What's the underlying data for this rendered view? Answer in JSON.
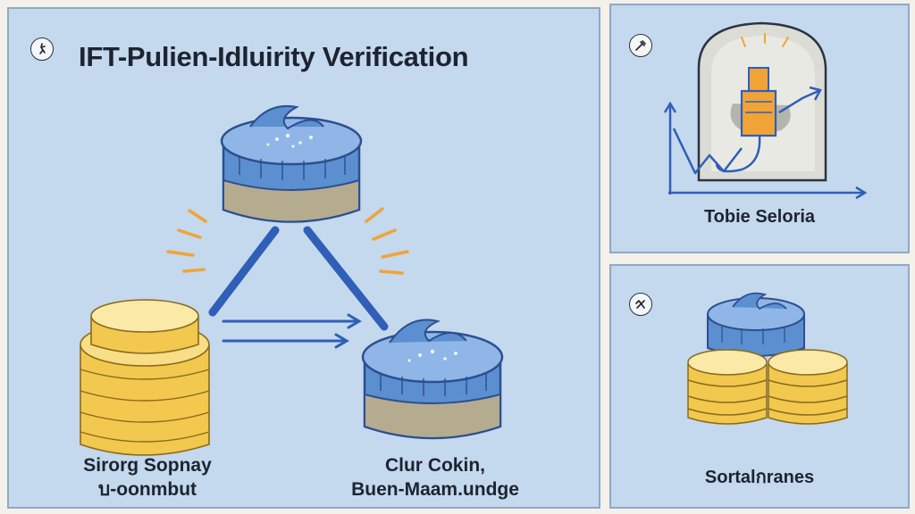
{
  "main_panel": {
    "title": "IFT-Pulien-Idluirity Verification",
    "icon": "figure-icon",
    "left_caption_line1": "Sirorg Sopnay",
    "left_caption_line2": "บ-oonmbut",
    "right_caption_line1": "Clur Cokin,",
    "right_caption_line2": "Buen-Maam.undge"
  },
  "top_right_panel": {
    "icon": "hammer-icon",
    "caption": "Tobie Seloria"
  },
  "bottom_right_panel": {
    "icon": "tools-icon",
    "caption": "Sortalกranes"
  },
  "colors": {
    "panel_background": "#c4d8ee",
    "panel_border": "#8fa9c4",
    "jar_blue": "#5b8fd0",
    "coin_yellow": "#f2c84e",
    "arrow_blue": "#2f5fb7",
    "accent_orange": "#f0a437"
  }
}
